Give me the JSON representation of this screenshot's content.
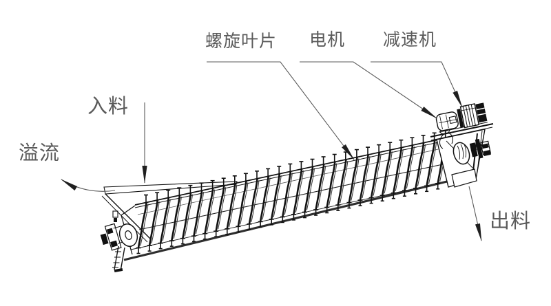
{
  "diagram": {
    "labels": {
      "spiral_blade": "螺旋叶片",
      "motor": "电机",
      "reducer": "减速机",
      "feed": "入料",
      "overflow": "溢流",
      "discharge": "出料"
    },
    "colors": {
      "background": "#ffffff",
      "machine_line": "#111111",
      "annotation_line": "#5a5a5a",
      "arrowhead": "#1f1f1f"
    }
  }
}
